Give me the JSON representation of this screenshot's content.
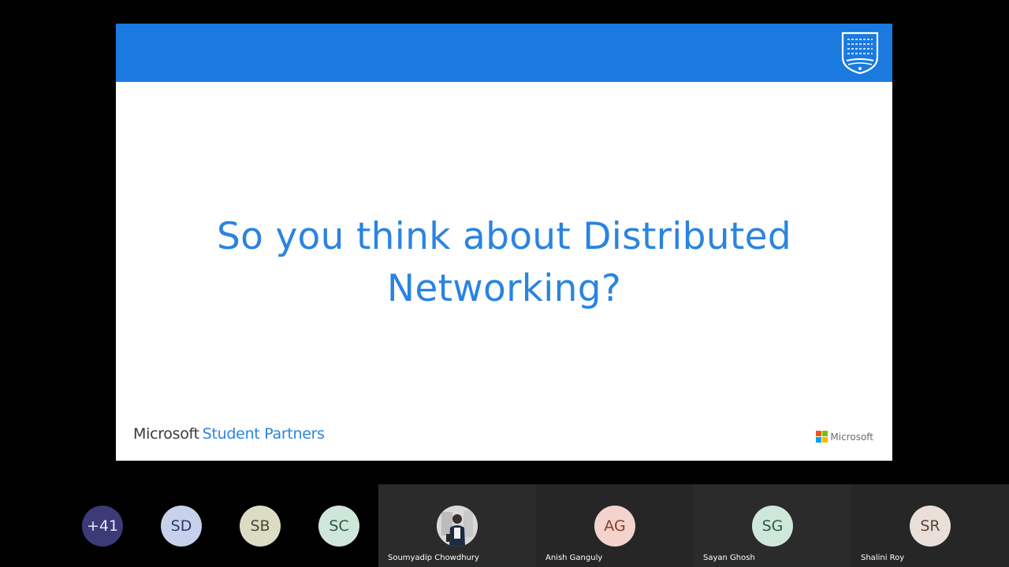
{
  "slide": {
    "title_line1": "So you think about Distributed",
    "title_line2": "Networking?",
    "brand_microsoft": "Microsoft",
    "brand_student_partners": "Student Partners",
    "ms_logo_text": "Microsoft",
    "header_color": "#1a7ae0",
    "title_color": "#2a84e0"
  },
  "participants": {
    "overflow": {
      "label": "+41",
      "bg": "#3d3a78",
      "fg": "#e8e6ff"
    },
    "small": [
      {
        "initials": "SD",
        "bg": "#c7d1ec",
        "fg": "#2d3b6b"
      },
      {
        "initials": "SB",
        "bg": "#dcdcc4",
        "fg": "#4a4a2e"
      },
      {
        "initials": "SC",
        "bg": "#cfe7da",
        "fg": "#2e5a43"
      }
    ],
    "tiles": [
      {
        "name": "Soumyadip Chowdhury",
        "initials": "",
        "photo": true,
        "bg": "#dcdcdc",
        "fg": "#333333"
      },
      {
        "name": "Anish Ganguly",
        "initials": "AG",
        "photo": false,
        "bg": "#f3d3cc",
        "fg": "#8a3b2b"
      },
      {
        "name": "Sayan Ghosh",
        "initials": "SG",
        "photo": false,
        "bg": "#cfe7da",
        "fg": "#2e5a43"
      },
      {
        "name": "Shalini Roy",
        "initials": "SR",
        "photo": false,
        "bg": "#eadfd8",
        "fg": "#5a4438"
      }
    ]
  }
}
